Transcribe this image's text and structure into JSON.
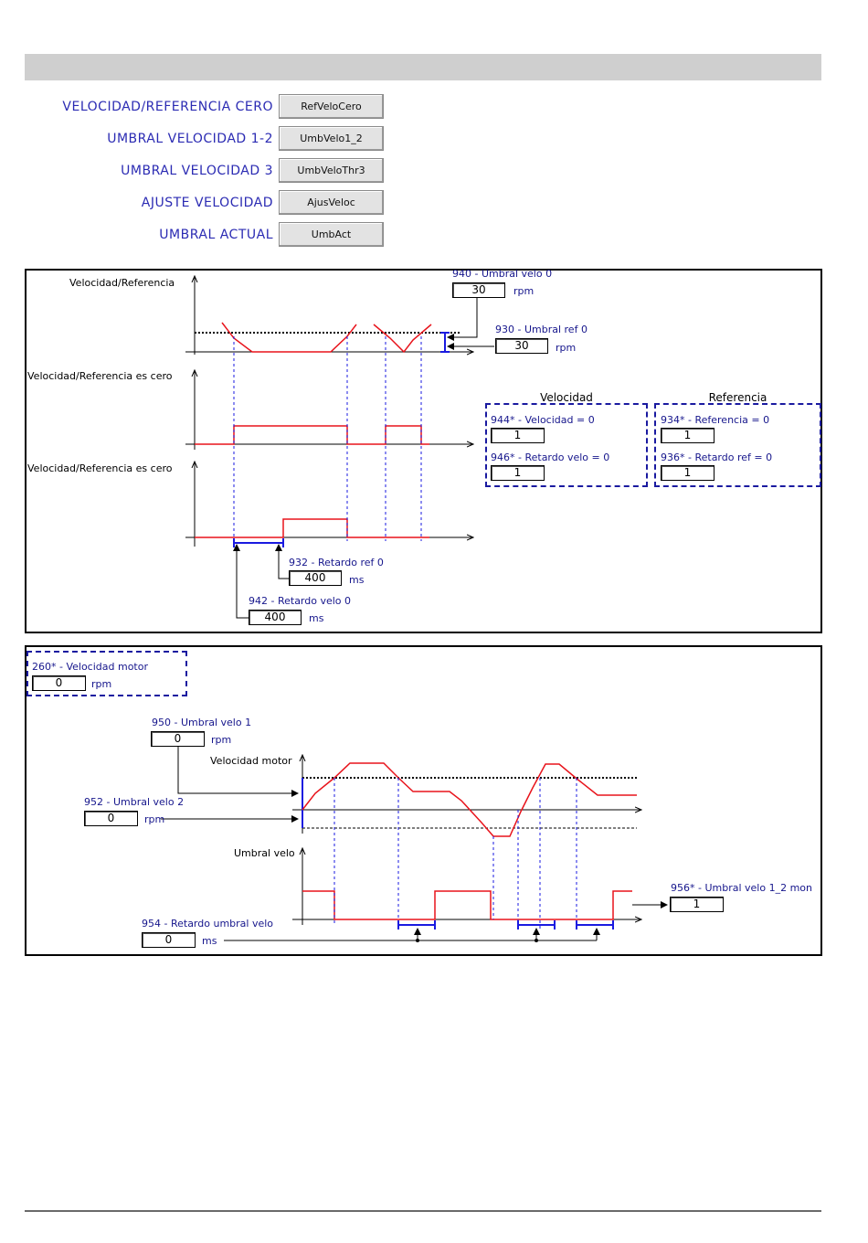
{
  "nav": {
    "items": [
      {
        "label": "VELOCIDAD/REFERENCIA CERO",
        "button": "RefVeloCero"
      },
      {
        "label": "UMBRAL VELOCIDAD 1-2",
        "button": "UmbVelo1_2"
      },
      {
        "label": "UMBRAL VELOCIDAD 3",
        "button": "UmbVeloThr3"
      },
      {
        "label": "AJUSTE VELOCIDAD",
        "button": "AjusVeloc"
      },
      {
        "label": "UMBRAL ACTUAL",
        "button": "UmbAct"
      }
    ]
  },
  "panel1": {
    "axis1_label": "Velocidad/Referencia",
    "axis2_label": "Velocidad/Referencia es cero",
    "axis3_label": "Velocidad/Referencia es cero",
    "p940": {
      "label": "940 - Umbral velo 0",
      "value": "30",
      "unit": "rpm"
    },
    "p930": {
      "label": "930 - Umbral ref 0",
      "value": "30",
      "unit": "rpm"
    },
    "p932": {
      "label": "932 - Retardo ref 0",
      "value": "400",
      "unit": "ms"
    },
    "p942": {
      "label": "942 - Retardo velo 0",
      "value": "400",
      "unit": "ms"
    },
    "velocidad": {
      "title": "Velocidad",
      "p944": {
        "label": "944* - Velocidad = 0",
        "value": "1"
      },
      "p946": {
        "label": "946* - Retardo velo = 0",
        "value": "1"
      }
    },
    "referencia": {
      "title": "Referencia",
      "p934": {
        "label": "934* - Referencia = 0",
        "value": "1"
      },
      "p936": {
        "label": "936* - Retardo ref = 0",
        "value": "1"
      }
    }
  },
  "panel2": {
    "p260": {
      "label": "260* - Velocidad motor",
      "value": "0",
      "unit": "rpm"
    },
    "p950": {
      "label": "950 - Umbral velo 1",
      "value": "0",
      "unit": "rpm"
    },
    "p952": {
      "label": "952 - Umbral velo 2",
      "value": "0",
      "unit": "rpm"
    },
    "p954": {
      "label": "954 - Retardo umbral velo",
      "value": "0",
      "unit": "ms"
    },
    "p956": {
      "label": "956* - Umbral velo 1_2 mon",
      "value": "1"
    },
    "axis1_label": "Velocidad motor",
    "axis2_label": "Umbral velo"
  },
  "colors": {
    "signal": "#e8141c",
    "guide": "#1a1ae0",
    "label": "#16168c",
    "nav_text": "#2b2bb3"
  }
}
